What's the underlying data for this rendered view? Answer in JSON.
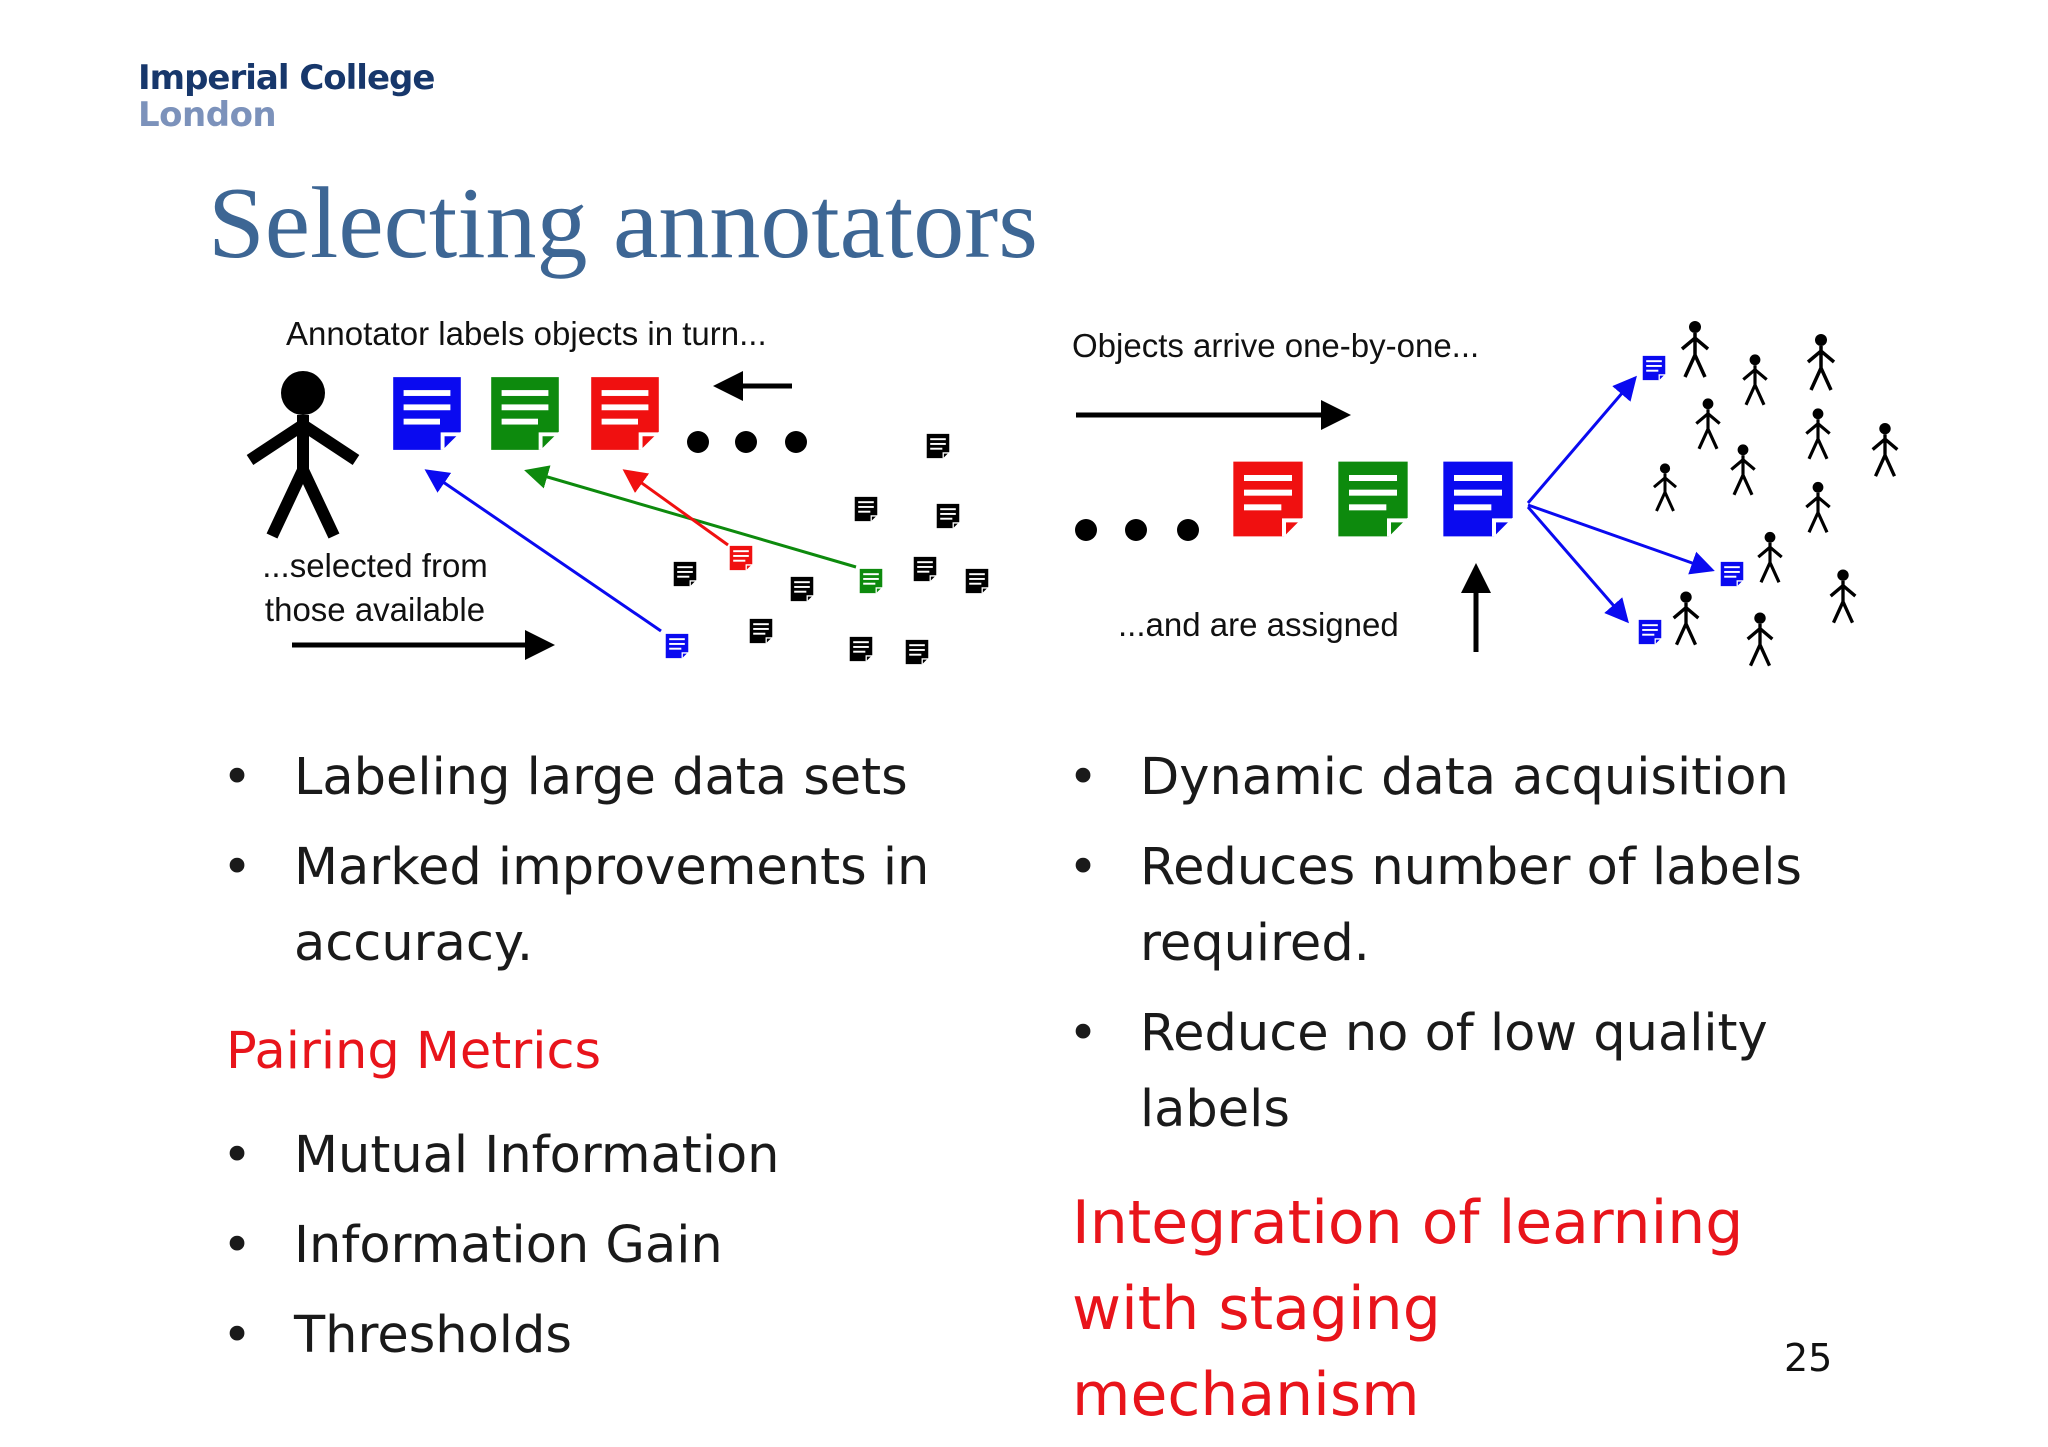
{
  "logo": {
    "line1": "Imperial College",
    "line2": "London"
  },
  "title": "Selecting annotators",
  "left_diagram": {
    "caption_top": "Annotator labels objects in turn...",
    "caption_bottom_line1": "...selected from",
    "caption_bottom_line2": "those available"
  },
  "right_diagram": {
    "caption_top": "Objects arrive one-by-one...",
    "caption_bottom": "...and are assigned"
  },
  "left_bullets": [
    "Labeling large data sets",
    "Marked improvements in accuracy."
  ],
  "left_heading": "Pairing Metrics",
  "metric_bullets": [
    "Mutual Information",
    "Information Gain",
    "Thresholds"
  ],
  "right_bullets": [
    "Dynamic data acquisition",
    "Reduces number of labels required.",
    "Reduce no of low quality labels"
  ],
  "right_heading": "Integration of learning with staging mechanism",
  "page_number": "25",
  "bullet_glyph": "•",
  "colors": {
    "title": "#3d6694",
    "highlight": "#e8141b",
    "doc_blue": "#0a0af0",
    "doc_green": "#0d8a0d",
    "doc_red": "#f01010"
  }
}
